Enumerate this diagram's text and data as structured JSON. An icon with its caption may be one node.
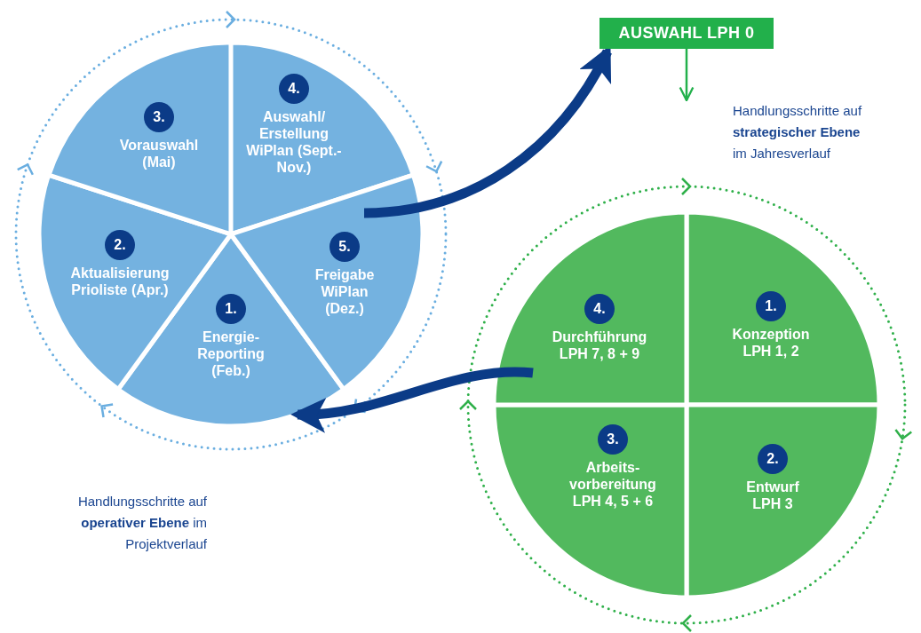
{
  "diagram": {
    "nodes": [
      {
        "text": [
          "1.",
          "Energie- Reporting (Feb.)"
        ]
      },
      {
        "text": [
          "2.",
          "Aktualisierung Prioliste (Apr.)"
        ]
      },
      {
        "text": [
          "3.",
          "Vorauswahl (Mai)"
        ]
      },
      {
        "text": [
          "4.",
          "Auswahl/ Erstellung WiPlan (Sept.-Nov.)"
        ]
      },
      {
        "text": [
          "5.",
          "Freigabe WiPlan (Dez.)"
        ]
      },
      {
        "text": [
          "1.",
          "Konzeption LPH 1, 2"
        ]
      },
      {
        "text": [
          "2.",
          "Entwurf LPH 3"
        ]
      },
      {
        "text": [
          "3.",
          "Arbeits- vorbereitung LPH 4, 5 + 6"
        ]
      },
      {
        "text": [
          "4.",
          "Durchführung LPH 7, 8 + 9"
        ]
      },
      {
        "text": [
          "AUSWAHL LPH 0"
        ]
      }
    ],
    "edges": [
      {
        "from": 4,
        "to": 9,
        "arrow": "to"
      },
      {
        "from": 8,
        "to": 0,
        "arrow": "to"
      },
      {
        "from": 9,
        "to": null,
        "arrow": "to",
        "color": "#22b04b"
      }
    ],
    "labels": [
      "Handlungsschritte auf **strategischer Ebene** im Jahresverlauf",
      "Handlungsschritte auf **operativer Ebene** im Projektverlauf"
    ]
  }
}
